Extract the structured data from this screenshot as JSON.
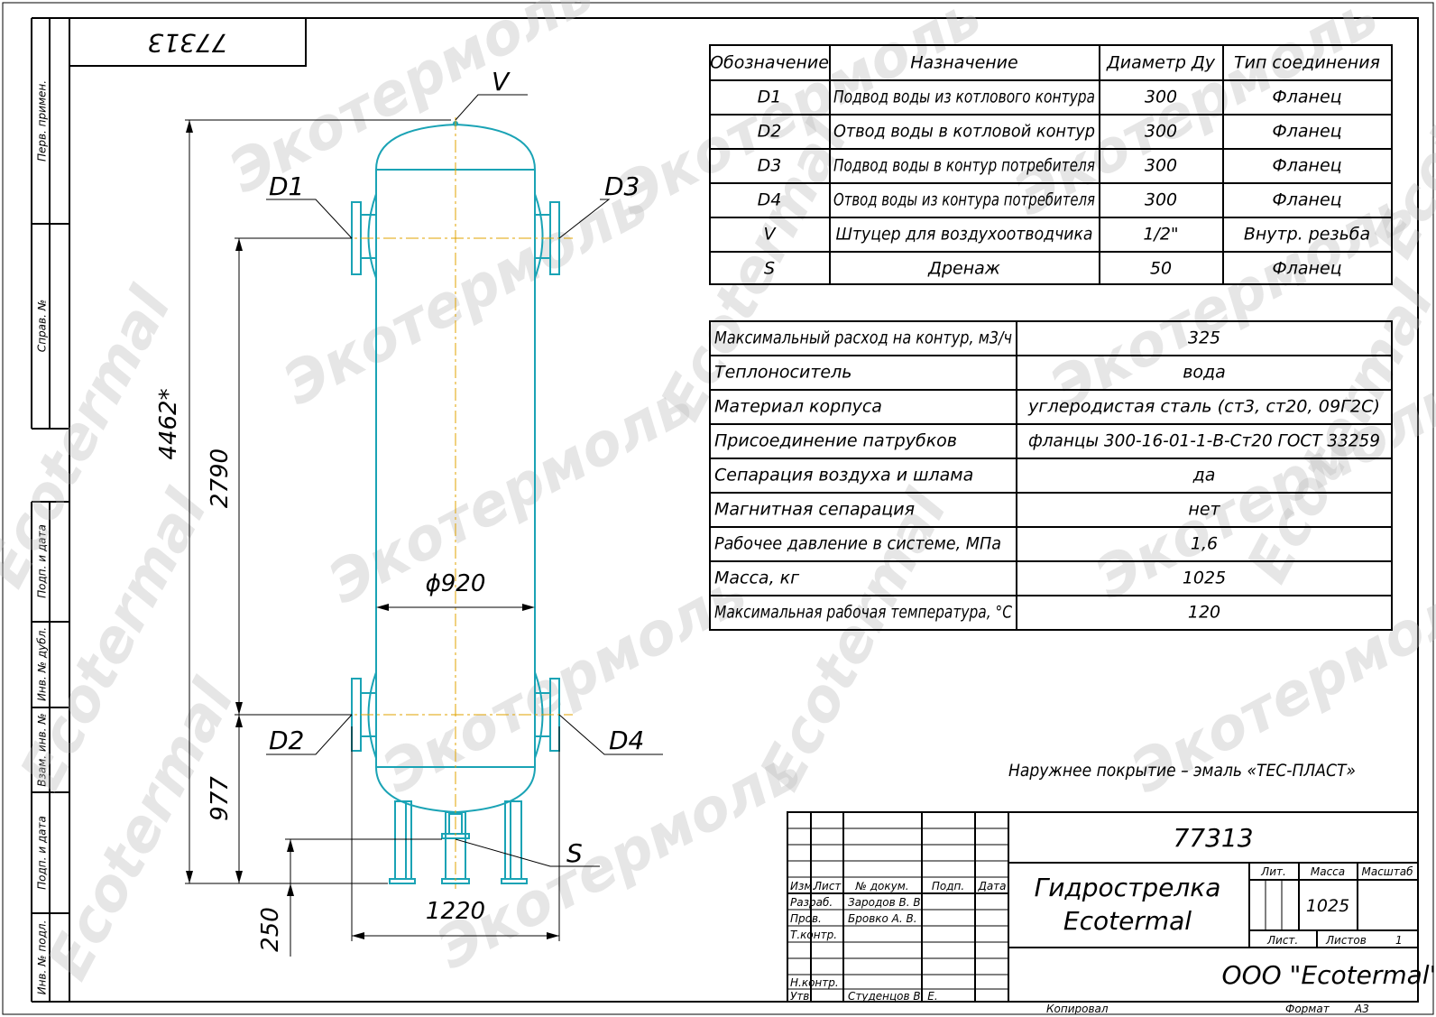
{
  "stamp_top": "77313",
  "side_labels": {
    "perv_primen": "Перв. примен.",
    "sprav_no": "Справ. №",
    "podp_data_1": "Подп. и дата",
    "inv_dubl": "Инв. № дубл.",
    "vzam_inv": "Взам. инв. №",
    "podp_data_2": "Подп. и дата",
    "inv_podl": "Инв. № подл."
  },
  "drawing": {
    "labels": {
      "v": "V",
      "d1": "D1",
      "d2": "D2",
      "d3": "D3",
      "d4": "D4",
      "s": "S"
    },
    "dims": {
      "height_total": "4462*",
      "height_nozzles": "2790",
      "height_lower": "977",
      "height_support": "250",
      "diameter": "ϕ920",
      "width_flanges": "1220"
    }
  },
  "connections_table": {
    "headers": [
      "Обозначение",
      "Назначение",
      "Диаметр Ду",
      "Тип соединения"
    ],
    "rows": [
      [
        "D1",
        "Подвод воды из котлового контура",
        "300",
        "Фланец"
      ],
      [
        "D2",
        "Отвод воды в котловой контур",
        "300",
        "Фланец"
      ],
      [
        "D3",
        "Подвод воды в контур потребителя",
        "300",
        "Фланец"
      ],
      [
        "D4",
        "Отвод воды из контура потребителя",
        "300",
        "Фланец"
      ],
      [
        "V",
        "Штуцер для воздухоотводчика",
        "1/2\"",
        "Внутр. резьба"
      ],
      [
        "S",
        "Дренаж",
        "50",
        "Фланец"
      ]
    ]
  },
  "specs_table": {
    "rows": [
      [
        "Максимальный расход на контур, м3/ч",
        "325"
      ],
      [
        "Теплоноситель",
        "вода"
      ],
      [
        "Материал корпуса",
        "углеродистая сталь (ст3, ст20, 09Г2С)"
      ],
      [
        "Присоединение патрубков",
        "фланцы 300-16-01-1-В-Ст20 ГОСТ 33259"
      ],
      [
        "Сепарация воздуха и шлама",
        "да"
      ],
      [
        "Магнитная сепарация",
        "нет"
      ],
      [
        "Рабочее давление в системе, МПа",
        "1,6"
      ],
      [
        "Масса, кг",
        "1025"
      ],
      [
        "Максимальная рабочая температура, °С",
        "120"
      ]
    ]
  },
  "coating_note": "Наружнее покрытие – эмаль «ТЕС-ПЛАСТ»",
  "title_block": {
    "doc_number": "77313",
    "name_line1": "Гидрострелка",
    "name_line2": "Ecotermal",
    "col_headers": {
      "izm": "Изм.",
      "list": "Лист",
      "doc_no": "№ докум.",
      "podp": "Подп.",
      "data": "Дата"
    },
    "roles": {
      "razrab": "Разраб.",
      "razrab_name": "Зародов В. В.",
      "prov": "Пров.",
      "prov_name": "Бровко А. В.",
      "tkontr": "Т.контр.",
      "nkontr": "Н.контр.",
      "utv": "Утв.",
      "utv_name": "Студенцов В. Е."
    },
    "lit_label": "Лит.",
    "massa_label": "Масса",
    "masshtab_label": "Масштаб",
    "massa_value": "1025",
    "list_label": "Лист.",
    "listov_label": "Листов",
    "listov_value": "1",
    "company": "ООО \"Ecotermal\"",
    "kopiroval": "Копировал",
    "format_label": "Формат",
    "format_value": "А3"
  },
  "watermarks": {
    "ru": "Экотермоль",
    "en": "Ecotermal"
  },
  "colors": {
    "vessel": "#1aa3b5",
    "centerline": "#e0a300",
    "line": "#000000",
    "watermark": "#b9b9b9"
  }
}
